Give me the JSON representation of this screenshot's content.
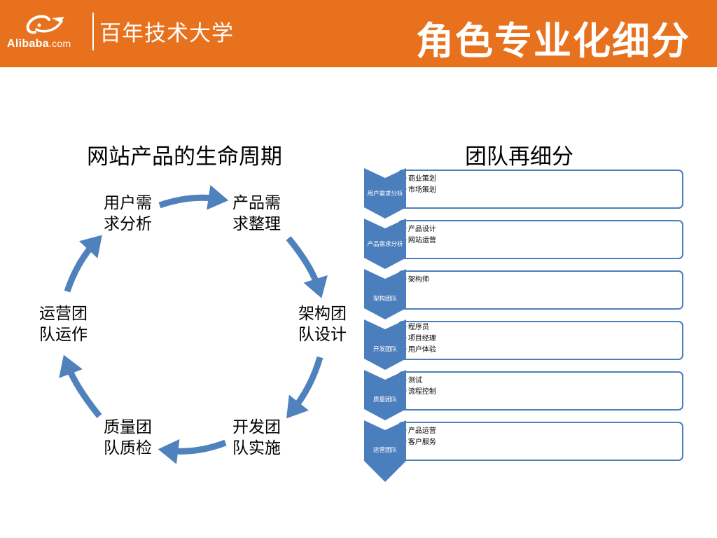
{
  "header": {
    "logo_text": "Alibaba",
    "logo_com": ".com",
    "brand": "百年技术大学",
    "title": "角色专业化细分"
  },
  "left": {
    "title": "网站产品的生命周期",
    "nodes": [
      {
        "line1": "用户需",
        "line2": "求分析"
      },
      {
        "line1": "产品需",
        "line2": "求整理"
      },
      {
        "line1": "架构团",
        "line2": "队设计"
      },
      {
        "line1": "开发团",
        "line2": "队实施"
      },
      {
        "line1": "质量团",
        "line2": "队质检"
      },
      {
        "line1": "运营团",
        "line2": "队运作"
      }
    ]
  },
  "right": {
    "title": "团队再细分",
    "rows": [
      {
        "label": "用户需求分析",
        "items": [
          "商业策划",
          "市场策划"
        ]
      },
      {
        "label": "产品需求分析",
        "items": [
          "产品设计",
          "网站运营"
        ]
      },
      {
        "label": "架构团队",
        "items": [
          "架构师"
        ]
      },
      {
        "label": "开发团队",
        "items": [
          "程序员",
          "项目经理",
          "用户体验"
        ]
      },
      {
        "label": "质量团队",
        "items": [
          "测试",
          "流程控制"
        ]
      },
      {
        "label": "运营团队",
        "items": [
          "产品运营",
          "客户服务"
        ]
      }
    ]
  },
  "colors": {
    "header_orange": "#e8711d",
    "arrow_blue": "#4f81bd",
    "chevron_blue": "#4b7ebc"
  }
}
